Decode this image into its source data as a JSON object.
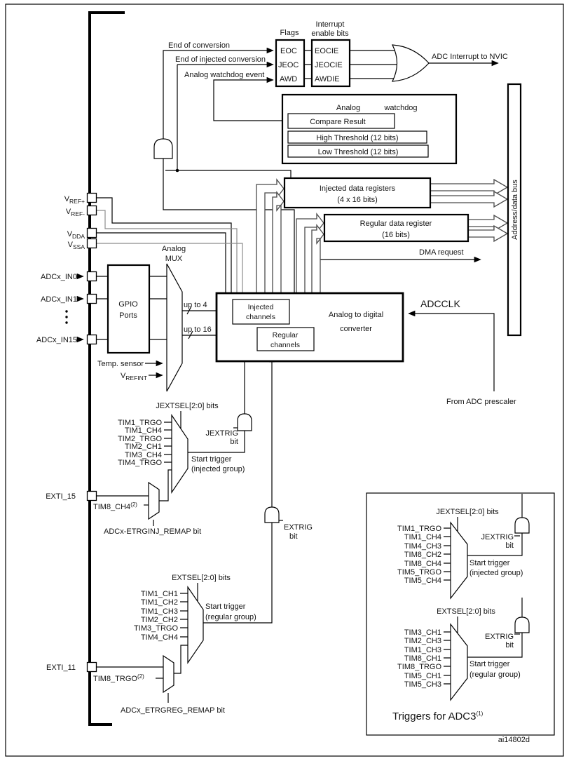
{
  "colors": {
    "line": "#000000",
    "gray_line": "#8c8c8c",
    "background": "#ffffff",
    "text": "#141414"
  },
  "page": {
    "figure_id": "ai14802d"
  },
  "interrupt": {
    "flags_title": "Flags",
    "enable_title_1": "Interrupt",
    "enable_title_2": "enable bits",
    "flags": [
      "EOC",
      "JEOC",
      "AWD"
    ],
    "enables": [
      "EOCIE",
      "JEOCIE",
      "AWDIE"
    ],
    "event_eoc": "End of conversion",
    "event_jeoc": "End of injected conversion",
    "event_awd": "Analog watchdog event",
    "nvic": "ADC Interrupt to NVIC"
  },
  "watchdog": {
    "title_1": "Analog",
    "title_2": "watchdog",
    "compare": "Compare Result",
    "high": "High Threshold (12 bits)",
    "low": "Low Threshold (12 bits)"
  },
  "registers": {
    "injected_1": "Injected data registers",
    "injected_2": "(4 x 16 bits)",
    "regular_1": "Regular data register",
    "regular_2": "(16 bits)",
    "bus": "Address/data bus",
    "dma": "DMA request"
  },
  "pins": {
    "vrefp_base": "V",
    "vrefp_sub": "REF+",
    "vrefm_base": "V",
    "vrefm_sub": "REF-",
    "vdda_base": "V",
    "vdda_sub": "DDA",
    "vssa_base": "V",
    "vssa_sub": "SSA",
    "in0": "ADCx_IN0",
    "in1": "ADCx_IN1",
    "in15": "ADCx_IN15",
    "exti15": "EXTI_15",
    "exti11": "EXTI_11"
  },
  "analog_input": {
    "gpio_1": "GPIO",
    "gpio_2": "Ports",
    "mux_1": "Analog",
    "mux_2": "MUX",
    "up4": "up to 4",
    "up16": "up to 16",
    "temp": "Temp. sensor",
    "vrefint_base": "V",
    "vrefint_sub": "REFINT"
  },
  "converter": {
    "title_1": "Analog to digital",
    "title_2": "converter",
    "injected_1": "Injected",
    "injected_2": "channels",
    "regular_1": "Regular",
    "regular_2": "channels",
    "adcclk": "ADCCLK",
    "prescaler": "From ADC prescaler"
  },
  "injected_trigger": {
    "sel": "JEXTSEL[2:0] bits",
    "inputs": [
      "TIM1_TRGO",
      "TIM1_CH4",
      "TIM2_TRGO",
      "TIM2_CH1",
      "TIM3_CH4",
      "TIM4_TRGO"
    ],
    "remap_src": "TIM8_CH4",
    "remap_sup": "(2)",
    "remap_bit": "ADCx-ETRGINJ_REMAP bit",
    "gate_1": "JEXTRIG",
    "gate_2": "bit",
    "start_1": "Start trigger",
    "start_2": "(injected group)"
  },
  "regular_trigger": {
    "sel": "EXTSEL[2:0] bits",
    "inputs": [
      "TIM1_CH1",
      "TIM1_CH2",
      "TIM1_CH3",
      "TIM2_CH2",
      "TIM3_TRGO",
      "TIM4_CH4"
    ],
    "remap_src": "TIM8_TRGO",
    "remap_sup": "(2)",
    "remap_bit": "ADCx_ETRGREG_REMAP bit",
    "gate_1": "EXTRIG",
    "gate_2": "bit",
    "start_1": "Start trigger",
    "start_2": "(regular group)"
  },
  "adc3": {
    "injected": {
      "sel": "JEXTSEL[2:0] bits",
      "inputs": [
        "TIM1_TRGO",
        "TIM1_CH4",
        "TIM4_CH3",
        "TIM8_CH2",
        "TIM8_CH4",
        "TIM5_TRGO",
        "TIM5_CH4"
      ],
      "gate_1": "JEXTRIG",
      "gate_2": "bit",
      "start_1": "Start trigger",
      "start_2": "(injected group)"
    },
    "regular": {
      "sel": "EXTSEL[2:0] bits",
      "inputs": [
        "TIM3_CH1",
        "TIM2_CH3",
        "TIM1_CH3",
        "TIM8_CH1",
        "TIM8_TRGO",
        "TIM5_CH1",
        "TIM5_CH3"
      ],
      "gate_1": "EXTRIG",
      "gate_2": "bit",
      "start_1": "Start trigger",
      "start_2": "(regular group)"
    },
    "caption": "Triggers for ADC3",
    "caption_sup": "(1)"
  }
}
